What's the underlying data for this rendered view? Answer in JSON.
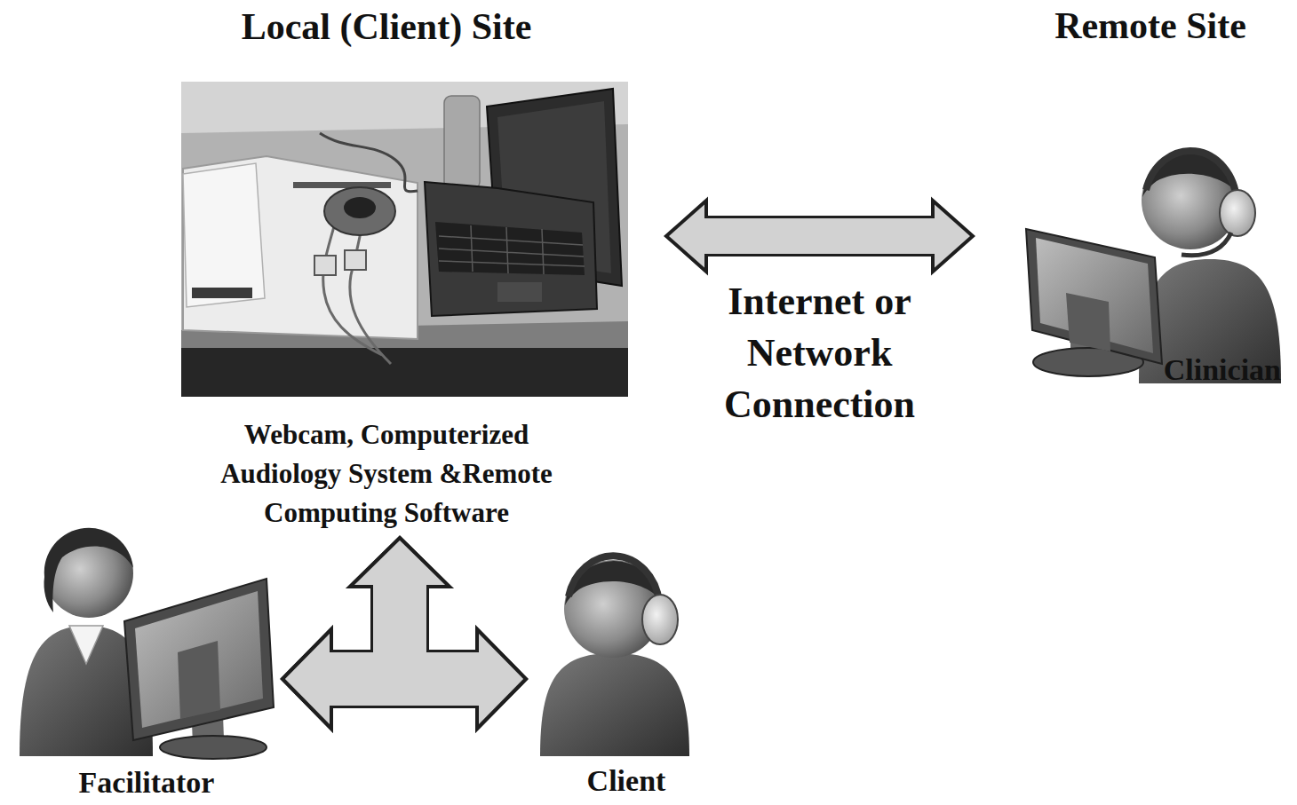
{
  "diagram": {
    "nodes": [
      {
        "text": [
          "Local (Client) Site",
          "Webcam, Computerized Audiology System &Remote Computing Software"
        ]
      },
      {
        "text": [
          "Remote Site",
          "Clinician"
        ]
      },
      {
        "text": [
          "Facilitator"
        ]
      },
      {
        "text": [
          "Client"
        ]
      }
    ],
    "edges": [
      {
        "from": 0,
        "to": 1,
        "arrow": "both",
        "label": "Internet or Network Connection"
      },
      {
        "from": 2,
        "to": 3,
        "arrow": "both"
      },
      {
        "from": 2,
        "to": 0,
        "arrow": "both"
      },
      {
        "from": 3,
        "to": 0,
        "arrow": "both"
      }
    ]
  }
}
